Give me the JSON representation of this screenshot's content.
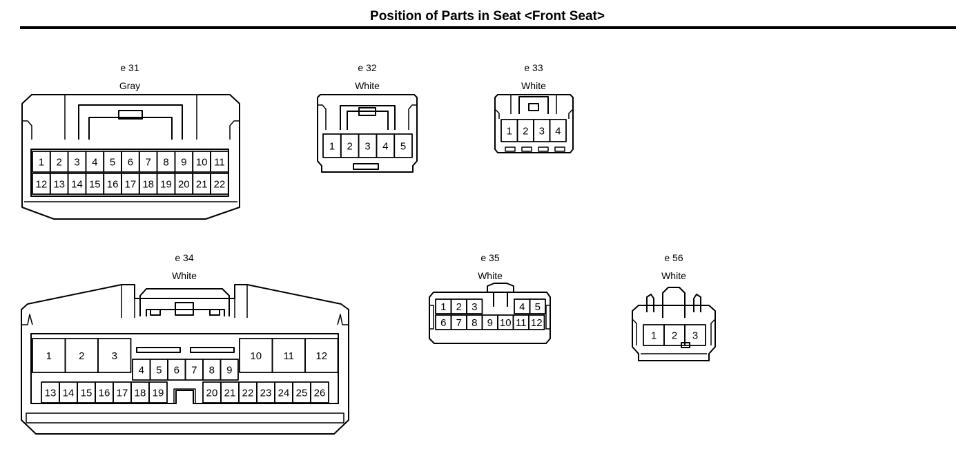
{
  "title": "Position of Parts in Seat <Front Seat>",
  "connectors": [
    {
      "id": "e 31",
      "color": "Gray",
      "pins": [
        "1",
        "2",
        "3",
        "4",
        "5",
        "6",
        "7",
        "8",
        "9",
        "10",
        "11",
        "12",
        "13",
        "14",
        "15",
        "16",
        "17",
        "18",
        "19",
        "20",
        "21",
        "22"
      ]
    },
    {
      "id": "e 32",
      "color": "White",
      "pins": [
        "1",
        "2",
        "3",
        "4",
        "5"
      ]
    },
    {
      "id": "e 33",
      "color": "White",
      "pins": [
        "1",
        "2",
        "3",
        "4"
      ]
    },
    {
      "id": "e 34",
      "color": "White",
      "pins": [
        "1",
        "2",
        "3",
        "4",
        "5",
        "6",
        "7",
        "8",
        "9",
        "10",
        "11",
        "12",
        "13",
        "14",
        "15",
        "16",
        "17",
        "18",
        "19",
        "20",
        "21",
        "22",
        "23",
        "24",
        "25",
        "26"
      ]
    },
    {
      "id": "e 35",
      "color": "White",
      "pins": [
        "1",
        "2",
        "3",
        "4",
        "5",
        "6",
        "7",
        "8",
        "9",
        "10",
        "11",
        "12"
      ]
    },
    {
      "id": "e 56",
      "color": "White",
      "pins": [
        "1",
        "2",
        "3"
      ]
    }
  ]
}
